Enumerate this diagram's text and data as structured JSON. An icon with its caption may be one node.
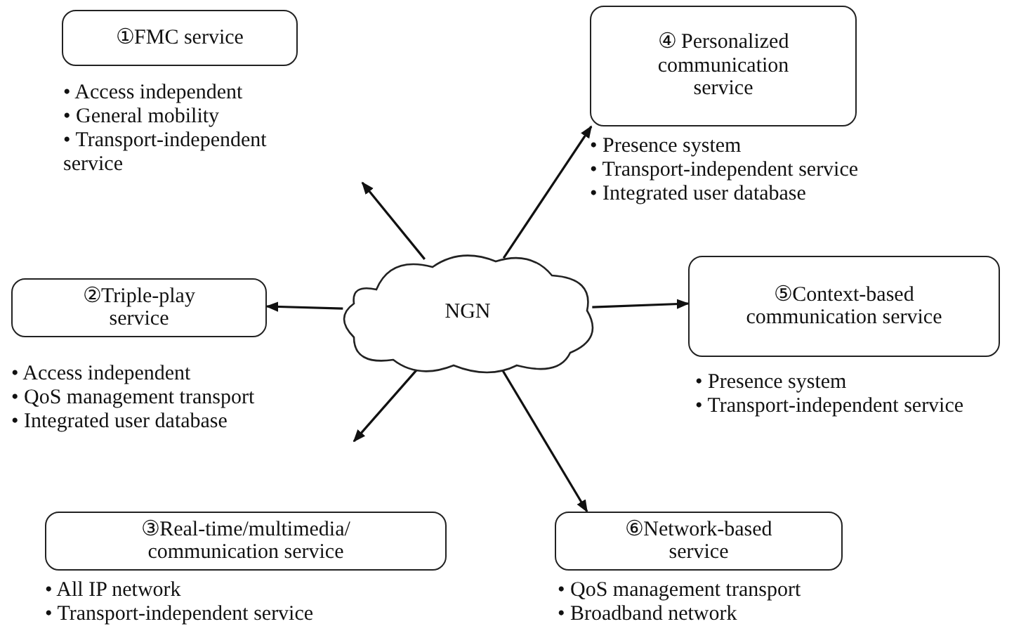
{
  "diagram": {
    "nodes": [
      {
        "text": [
          "NGN"
        ]
      },
      {
        "text": [
          "①FMC service"
        ],
        "beside": [
          "• Access independent",
          "• General mobility",
          "• Transport-independent service"
        ]
      },
      {
        "text": [
          "②Triple-play service"
        ],
        "beside": [
          "• Access independent",
          "• QoS management transport",
          "• Integrated user database"
        ]
      },
      {
        "text": [
          "③Real-time/multimedia/ communication service"
        ],
        "beside": [
          "• All IP network",
          "• Transport-independent service"
        ]
      },
      {
        "text": [
          "④ Personalized communication service"
        ],
        "beside": [
          "• Presence system",
          "• Transport-independent service",
          "• Integrated user database"
        ]
      },
      {
        "text": [
          "⑤Context-based communication service"
        ],
        "beside": [
          "• Presence system",
          "• Transport-independent service"
        ]
      },
      {
        "text": [
          "⑥Network-based service"
        ],
        "beside": [
          "• QoS management transport",
          "• Broadband network"
        ]
      }
    ],
    "edges": [
      {
        "from": 0,
        "to": null,
        "arrow": "to"
      },
      {
        "from": 0,
        "to": 2,
        "arrow": "to"
      },
      {
        "from": 0,
        "to": null,
        "arrow": "to"
      },
      {
        "from": 0,
        "to": 4,
        "arrow": "to"
      },
      {
        "from": 0,
        "to": 5,
        "arrow": "to"
      },
      {
        "from": 0,
        "to": 6,
        "arrow": "to"
      }
    ]
  }
}
